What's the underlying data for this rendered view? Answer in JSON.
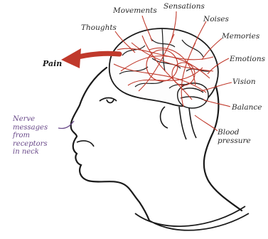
{
  "diagram": {
    "labels": {
      "thoughts": "Thoughts",
      "movements": "Movements",
      "sensations": "Sensations",
      "noises": "Noises",
      "memories": "Memories",
      "emotions": "Emotions",
      "vision": "Vision",
      "balance": "Balance",
      "blood_pressure": "Blood pressure",
      "pain": "Pain",
      "nerve_messages": "Nerve messages from receptors in neck"
    },
    "colors": {
      "outline": "#1a1a1a",
      "network": "#c0392b",
      "arrow": "#c0392b",
      "nerve": "#6a4a8a"
    }
  }
}
